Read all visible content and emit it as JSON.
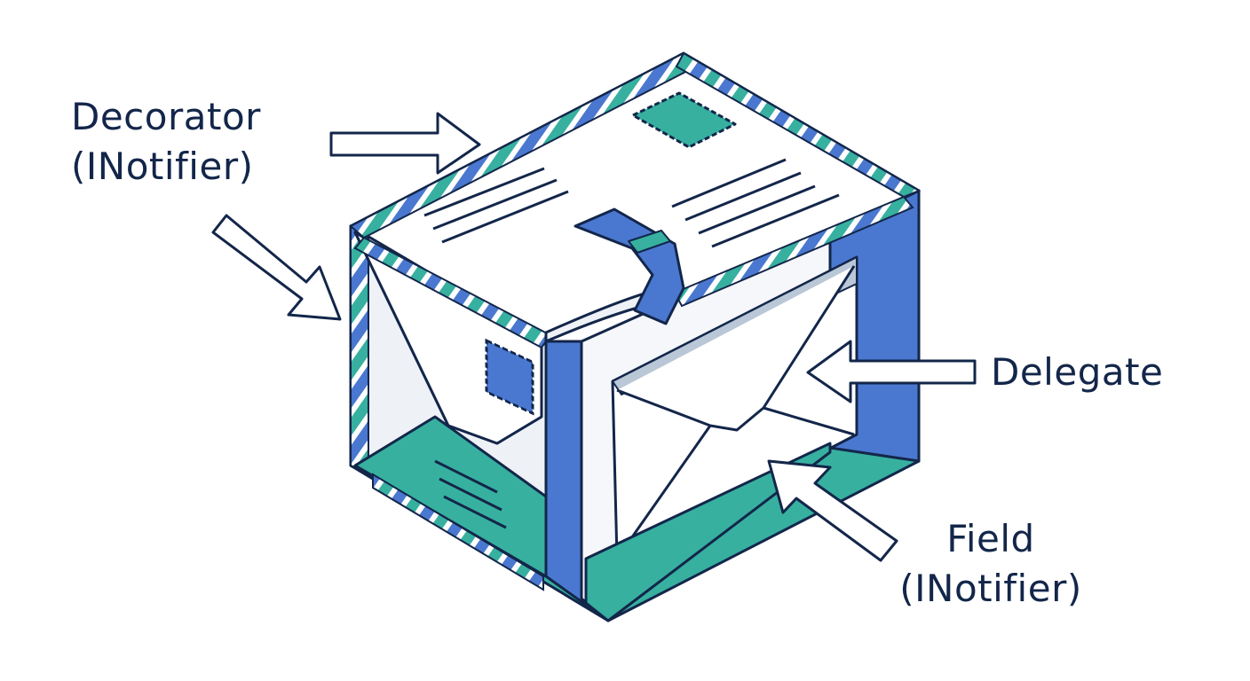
{
  "labels": {
    "decorator": {
      "line1": "Decorator",
      "line2": "(INotifier)"
    },
    "delegate": "Delegate",
    "field": {
      "line1": "Field",
      "line2": "(INotifier)"
    }
  },
  "illustration": {
    "subject": "open box containing an envelope",
    "icons": [
      "box-icon",
      "envelope-icon",
      "stamp-icon",
      "arrow-icon"
    ]
  },
  "colors": {
    "outline": "#13264a",
    "blue": "#4a78d0",
    "teal": "#37b0a0",
    "paper": "#ffffff",
    "paper_shade": "#e9eef4"
  }
}
